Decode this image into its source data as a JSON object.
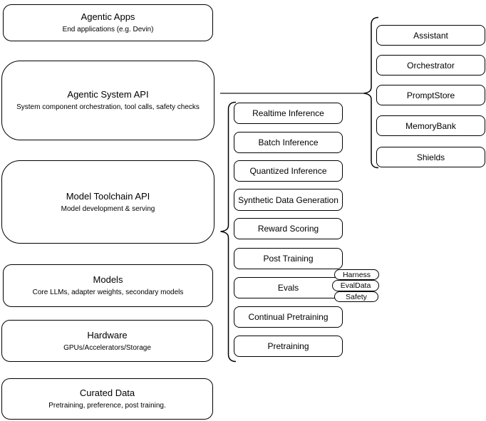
{
  "canvas": {
    "background": "#ffffff",
    "stroke_color": "#000000",
    "fill_color": "#ffffff"
  },
  "stack": {
    "agentic_apps": {
      "title": "Agentic Apps",
      "subtitle": "End applications (e.g. Devin)"
    },
    "agentic_system_api": {
      "title": "Agentic System API",
      "subtitle": "System component orchestration, tool calls, safety checks"
    },
    "model_toolchain_api": {
      "title": "Model Toolchain API",
      "subtitle": "Model development & serving"
    },
    "models": {
      "title": "Models",
      "subtitle": "Core LLMs, adapter weights, secondary models"
    },
    "hardware": {
      "title": "Hardware",
      "subtitle": "GPUs/Accelerators/Storage"
    },
    "curated_data": {
      "title": "Curated Data",
      "subtitle": "Pretraining, preference, post training."
    }
  },
  "toolchain_capabilities": {
    "items": [
      "Realtime Inference",
      "Batch Inference",
      "Quantized Inference",
      "Synthetic Data Generation",
      "Reward Scoring",
      "Post Training",
      "Evals",
      "Continual Pretraining",
      "Pretraining"
    ],
    "evals_tags": [
      "Harness",
      "EvalData",
      "Safety"
    ]
  },
  "system_components": {
    "items": [
      "Assistant",
      "Orchestrator",
      "PromptStore",
      "MemoryBank",
      "Shields"
    ]
  }
}
